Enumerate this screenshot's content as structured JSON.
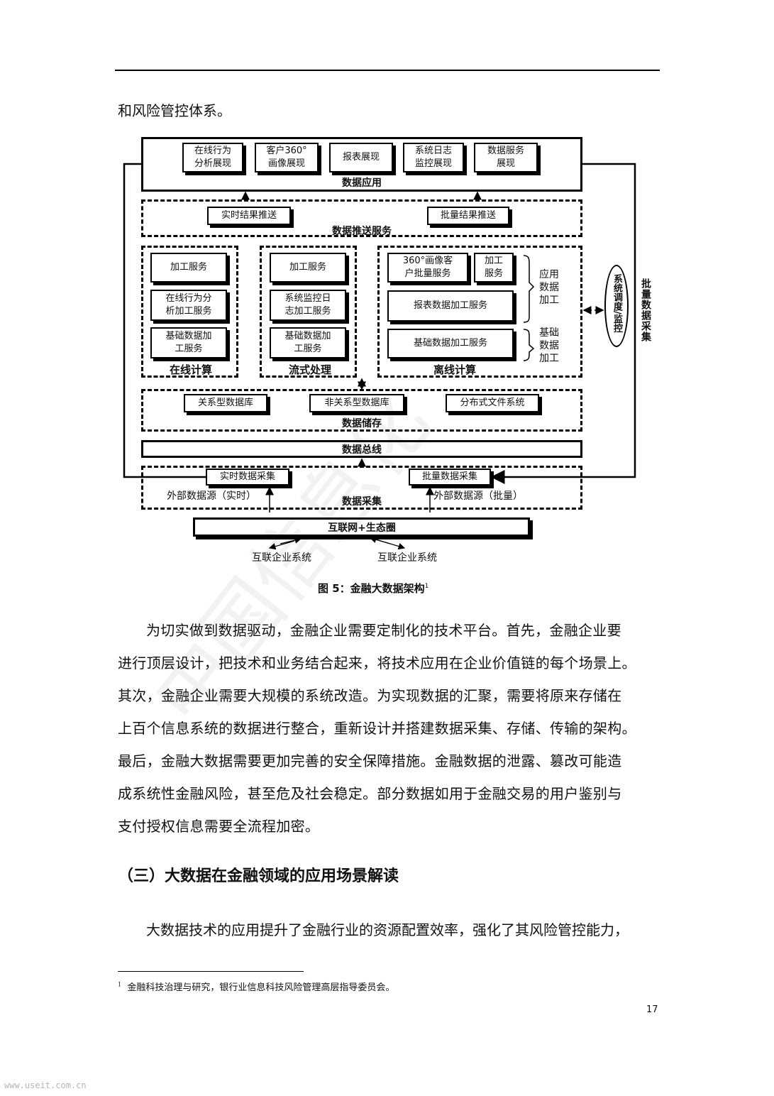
{
  "intro_line": "和风险管控体系。",
  "diagram": {
    "app_boxes": [
      "在线行为\n分析展现",
      "客户360°\n画像展现",
      "报表展现",
      "系统日志\n监控展现",
      "数据服务\n展现"
    ],
    "app_label": "数据应用",
    "push_realtime": "实时结果推送",
    "push_batch": "批量结果推送",
    "push_label": "数据推送服务",
    "online": {
      "label": "在线计算",
      "boxes": [
        "加工服务",
        "在线行为分\n析加工服务",
        "基础数据加\n工服务"
      ]
    },
    "stream": {
      "label": "流式处理",
      "boxes": [
        "加工服务",
        "系统监控日\n志加工服务",
        "基础数据加\n工服务"
      ]
    },
    "offline": {
      "label": "离线计算",
      "b360": "360°画像客\n户批量服务",
      "jiagong": "加工\n服务",
      "report": "报表数据加工服务",
      "base": "基础数据加工服务",
      "app_proc": "应用\n数据\n加工",
      "base_proc": "基础\n数据\n加工"
    },
    "scheduler": "系统调度/监控",
    "batch_collect_side": "批量数据采集",
    "storage": [
      "关系型数据库",
      "非关系型数据库",
      "分布式文件系统"
    ],
    "storage_label": "数据储存",
    "bus_label": "数据总线",
    "collect_realtime": "实时数据采集",
    "collect_batch": "批量数据采集",
    "ext_realtime": "外部数据源（实时）",
    "ext_batch": "外部数据源（批量）",
    "collect_label": "数据采集",
    "internet": "互联网+生态圈",
    "enterprise_left": "互联企业系统",
    "enterprise_right": "互联企业系统"
  },
  "caption": "图 5：金融大数据架构",
  "caption_sup": "1",
  "paragraph1_lines": [
    "为切实做到数据驱动，金融企业需要定制化的技术平台。首先，金融企业要",
    "进行顶层设计，把技术和业务结合起来，将技术应用在企业价值链的每个场景上。",
    "其次，金融企业需要大规模的系统改造。为实现数据的汇聚，需要将原来存储在",
    "上百个信息系统的数据进行整合，重新设计并搭建数据采集、存储、传输的架构。",
    "最后，金融大数据需要更加完善的安全保障措施。金融数据的泄露、篡改可能造",
    "成系统性金融风险，甚至危及社会稳定。部分数据如用于金融交易的用户鉴别与",
    "支付授权信息需要全流程加密。"
  ],
  "section_heading": "（三）大数据在金融领域的应用场景解读",
  "paragraph2": "大数据技术的应用提升了金融行业的资源配置效率，强化了其风险管控能力，",
  "footnote_mark": "1",
  "footnote": "金融科技治理与研究，银行业信息科技风险管理高层指导委员会。",
  "page_number": "17",
  "watermark": "中国信息化",
  "site_url": "www.useit.com.cn"
}
